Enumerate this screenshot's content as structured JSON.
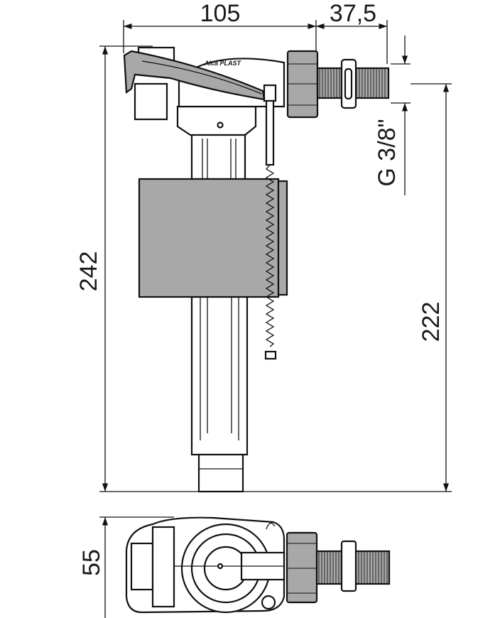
{
  "dimensions": {
    "width_body": "105",
    "width_thread": "37,5",
    "height_total": "242",
    "height_inlet": "222",
    "thread_size": "G 3/8\"",
    "depth": "55"
  },
  "logo": "Alca PLAST",
  "colors": {
    "line": "#111111",
    "fill_gray": "#a8a8a8"
  }
}
